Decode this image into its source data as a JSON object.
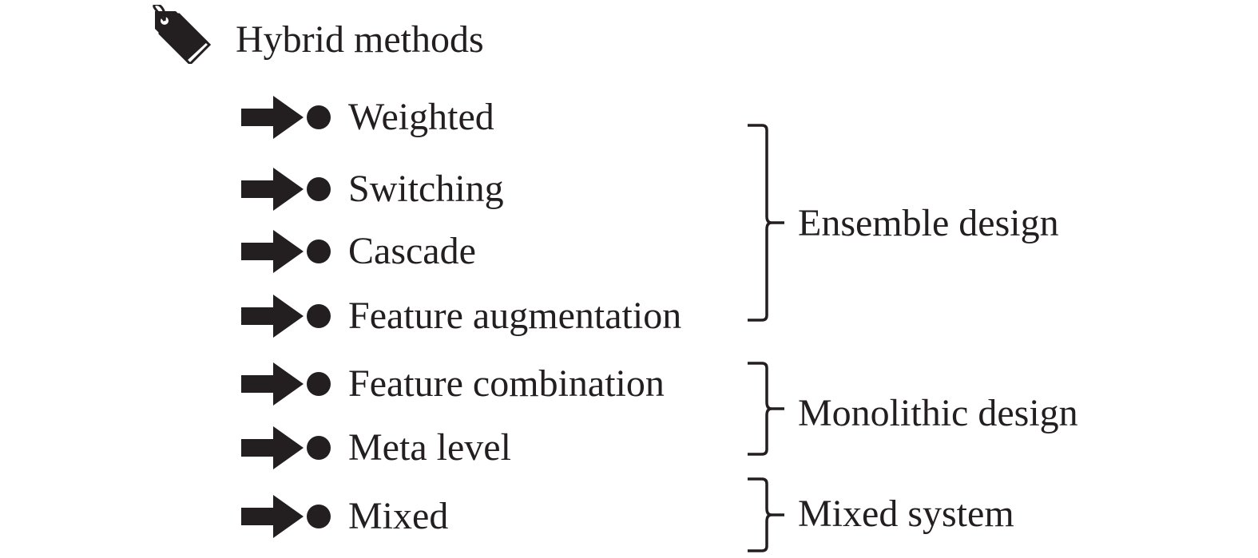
{
  "title": "Hybrid methods",
  "icons": {
    "title": "tag-icon",
    "item_arrow": "arrow-right-icon",
    "item_bullet": "bullet-dot-icon",
    "group": "right-brace-icon"
  },
  "colors": {
    "ink": "#231f20",
    "background": "#ffffff"
  },
  "items": [
    {
      "label": "Weighted"
    },
    {
      "label": "Switching"
    },
    {
      "label": "Cascade"
    },
    {
      "label": "Feature augmentation"
    },
    {
      "label": "Feature combination"
    },
    {
      "label": "Meta level"
    },
    {
      "label": "Mixed"
    }
  ],
  "groups": [
    {
      "label": "Ensemble design",
      "members": [
        "Weighted",
        "Switching",
        "Cascade",
        "Feature augmentation"
      ]
    },
    {
      "label": "Monolithic design",
      "members": [
        "Feature combination",
        "Meta level"
      ]
    },
    {
      "label": "Mixed system",
      "members": [
        "Mixed"
      ]
    }
  ]
}
